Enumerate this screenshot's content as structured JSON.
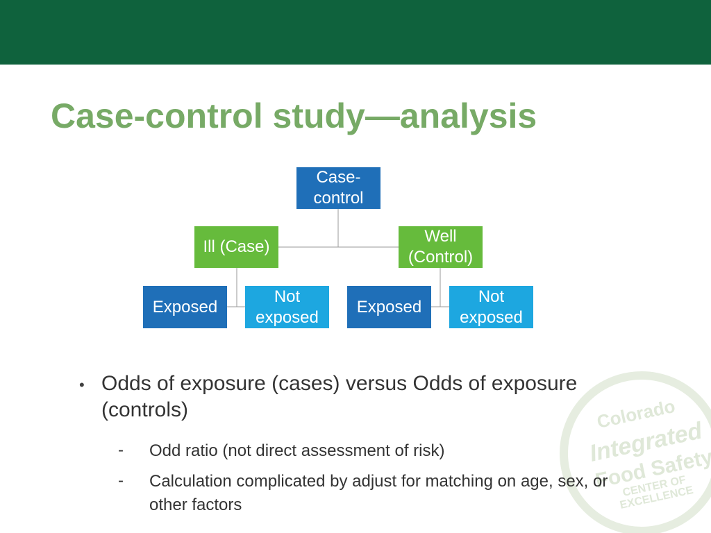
{
  "slide": {
    "title": "Case-control study—analysis"
  },
  "diagram": {
    "root": "Case-\ncontrol",
    "case_branch": "Ill (Case)",
    "control_branch": "Well\n(Control)",
    "case_exposed": "Exposed",
    "case_not_exposed": "Not\nexposed",
    "control_exposed": "Exposed",
    "control_not_exposed": "Not\nexposed"
  },
  "body": {
    "bullet_marker": "•",
    "bullet_text": "Odds of exposure (cases)  versus  Odds of exposure (controls)",
    "sub_items": [
      {
        "marker": "-",
        "text": "Odd ratio (not direct assessment of risk)"
      },
      {
        "marker": "-",
        "text": "Calculation complicated by adjust for matching on age, sex, or other factors"
      }
    ]
  },
  "logo": {
    "lines": [
      "Colorado",
      "Integrated",
      "Food Safety",
      "CENTER OF",
      "EXCELLENCE"
    ]
  },
  "colors": {
    "top_bar": "#0f623d",
    "title": "#77aa66",
    "dark_blue_box": "#1f6fb8",
    "green_box": "#66bb3c",
    "light_blue_box": "#1da7e0",
    "watermark": "#dfe8d8"
  }
}
